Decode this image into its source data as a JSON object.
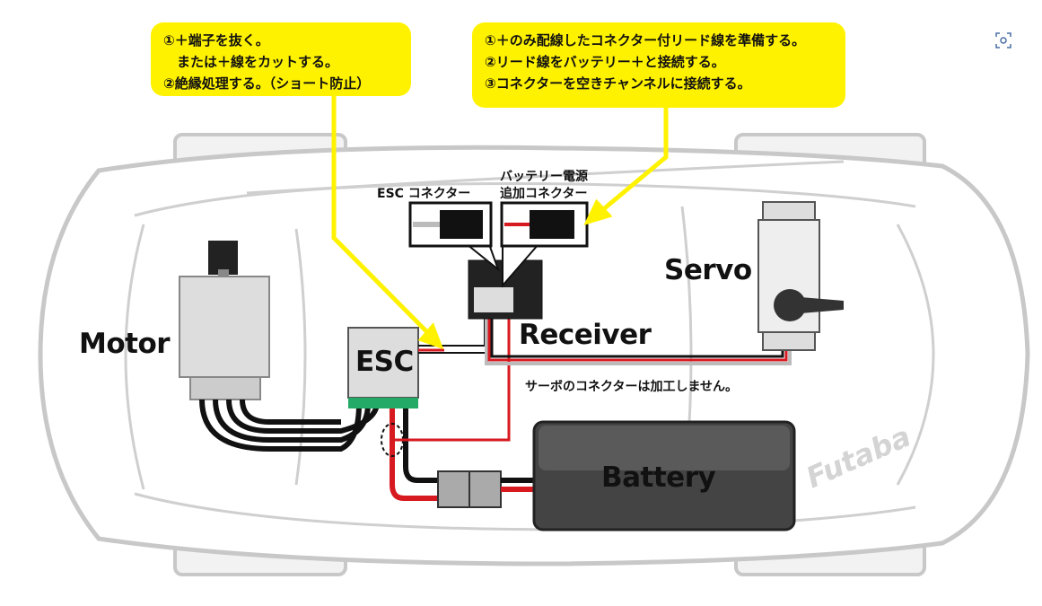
{
  "callout_left": {
    "lines": [
      "①＋端子を抜く。",
      "　または＋線をカットする。",
      "②絶縁処理する。（ショート防止）"
    ]
  },
  "callout_right": {
    "lines": [
      "①＋のみ配線したコネクター付リード線を準備する。",
      "②リード線をバッテリー＋と接続する。",
      "③コネクターを空きチャンネルに接続する。"
    ]
  },
  "labels": {
    "esc_connector": "ESC コネクター",
    "battery_connector_line1": "バッテリー電源",
    "battery_connector_line2": "追加コネクター",
    "motor": "Motor",
    "esc": "ESC",
    "receiver": "Receiver",
    "servo": "Servo",
    "battery": "Battery",
    "servo_note": "サーボのコネクターは加工しません。"
  },
  "logo": "Futaba",
  "icons": {
    "lens": "visual-search-icon"
  },
  "colors": {
    "callout": "#fff200",
    "wire_positive": "#d71920",
    "wire_negative": "#111111",
    "car_outline": "#c8c8c8"
  }
}
